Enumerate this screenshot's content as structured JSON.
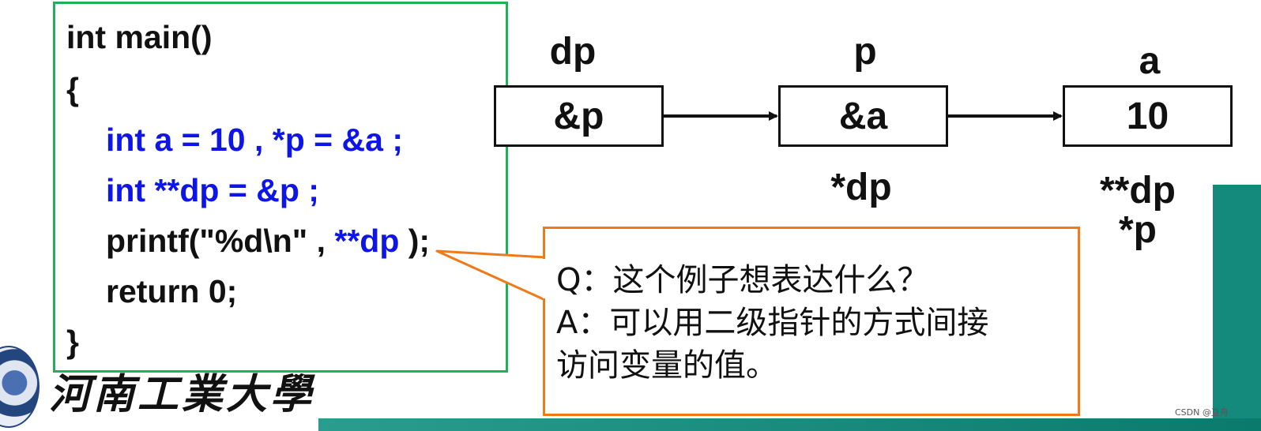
{
  "code": {
    "line1": "int main()",
    "line2": "{",
    "line3": "int a = 10 , *p = &a ;",
    "line4": "int **dp = &p ;",
    "line5_prefix": "printf(\"%d\\n\" , ",
    "line5_var": "**dp",
    "line5_suffix": " );",
    "line6": "return 0;",
    "line7": "}"
  },
  "diagram": {
    "labels": {
      "dp": "dp",
      "p": "p",
      "a": "a"
    },
    "cells": {
      "dp": "&p",
      "p": "&a",
      "a": "10"
    },
    "derefs": {
      "p": "*dp",
      "a_line1": "**dp",
      "a_line2": "*p"
    }
  },
  "callout": {
    "line1": "Q：这个例子想表达什么？",
    "line2": "A：可以用二级指针的方式间接",
    "line3": "访问变量的值。"
  },
  "footer": {
    "university_name": "河南工業大學",
    "watermark": "CSDN @亘舟"
  },
  "colors": {
    "code_border": "#1fb15a",
    "callout_border": "#f07a17",
    "code_blue": "#0d16e6",
    "teal": "#138a7c"
  }
}
